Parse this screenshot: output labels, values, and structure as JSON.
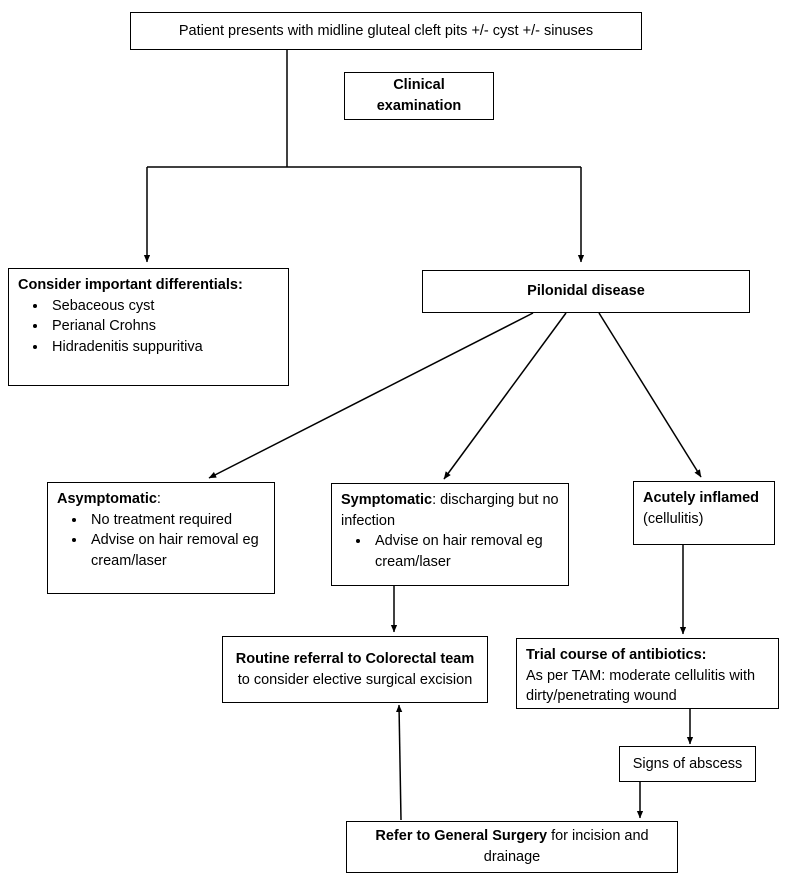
{
  "diagram": {
    "type": "clinical-pathway-flowchart",
    "line_color": "#000000",
    "box_border_color": "#000000",
    "background_color": "#ffffff"
  },
  "nodes": {
    "presentation": {
      "text": "Patient presents with midline gluteal cleft pits +/- cyst +/- sinuses"
    },
    "clinical_exam": {
      "line1": "Clinical",
      "line2": "examination"
    },
    "differentials": {
      "heading": "Consider important differentials:",
      "items": [
        "Sebaceous cyst",
        "Perianal Crohns",
        "Hidradenitis suppuritiva"
      ]
    },
    "pilonidal": {
      "text": "Pilonidal disease"
    },
    "asymptomatic": {
      "heading_bold": "Asymptomatic",
      "heading_rest": ":",
      "items": [
        "No treatment required",
        "Advise on hair removal eg cream/laser"
      ]
    },
    "symptomatic": {
      "heading_bold": "Symptomatic",
      "heading_rest": ": discharging but no infection",
      "items": [
        "Advise on hair removal eg cream/laser"
      ]
    },
    "acutely_inflamed": {
      "heading_bold": "Acutely inflamed",
      "line2": "(cellulitis)"
    },
    "routine_referral": {
      "line1_bold": "Routine referral to Colorectal team",
      "line2": "to consider elective surgical excision"
    },
    "antibiotics": {
      "heading_bold": "Trial course of antibiotics:",
      "line2": "As per TAM: moderate cellulitis with dirty/penetrating wound"
    },
    "signs_of_abscess": {
      "text": "Signs of abscess"
    },
    "refer_general_surgery": {
      "bold_part": "Refer to General Surgery",
      "rest_part": " for incision and drainage"
    }
  },
  "connectors": [
    {
      "name": "presentation-to-split",
      "from": "presentation",
      "to": "branch-split"
    },
    {
      "name": "split-to-differentials",
      "from": "branch-split",
      "to": "differentials"
    },
    {
      "name": "split-to-pilonidal",
      "from": "branch-split",
      "to": "pilonidal"
    },
    {
      "name": "pilonidal-to-asymptomatic",
      "from": "pilonidal",
      "to": "asymptomatic"
    },
    {
      "name": "pilonidal-to-symptomatic",
      "from": "pilonidal",
      "to": "symptomatic"
    },
    {
      "name": "pilonidal-to-acutely-inflamed",
      "from": "pilonidal",
      "to": "acutely_inflamed"
    },
    {
      "name": "symptomatic-to-routine-referral",
      "from": "symptomatic",
      "to": "routine_referral"
    },
    {
      "name": "acutely-inflamed-to-antibiotics",
      "from": "acutely_inflamed",
      "to": "antibiotics"
    },
    {
      "name": "antibiotics-to-signs-of-abscess",
      "from": "antibiotics",
      "to": "signs_of_abscess"
    },
    {
      "name": "signs-of-abscess-to-refer",
      "from": "signs_of_abscess",
      "to": "refer_general_surgery"
    },
    {
      "name": "refer-to-routine-referral",
      "from": "refer_general_surgery",
      "to": "routine_referral"
    }
  ]
}
